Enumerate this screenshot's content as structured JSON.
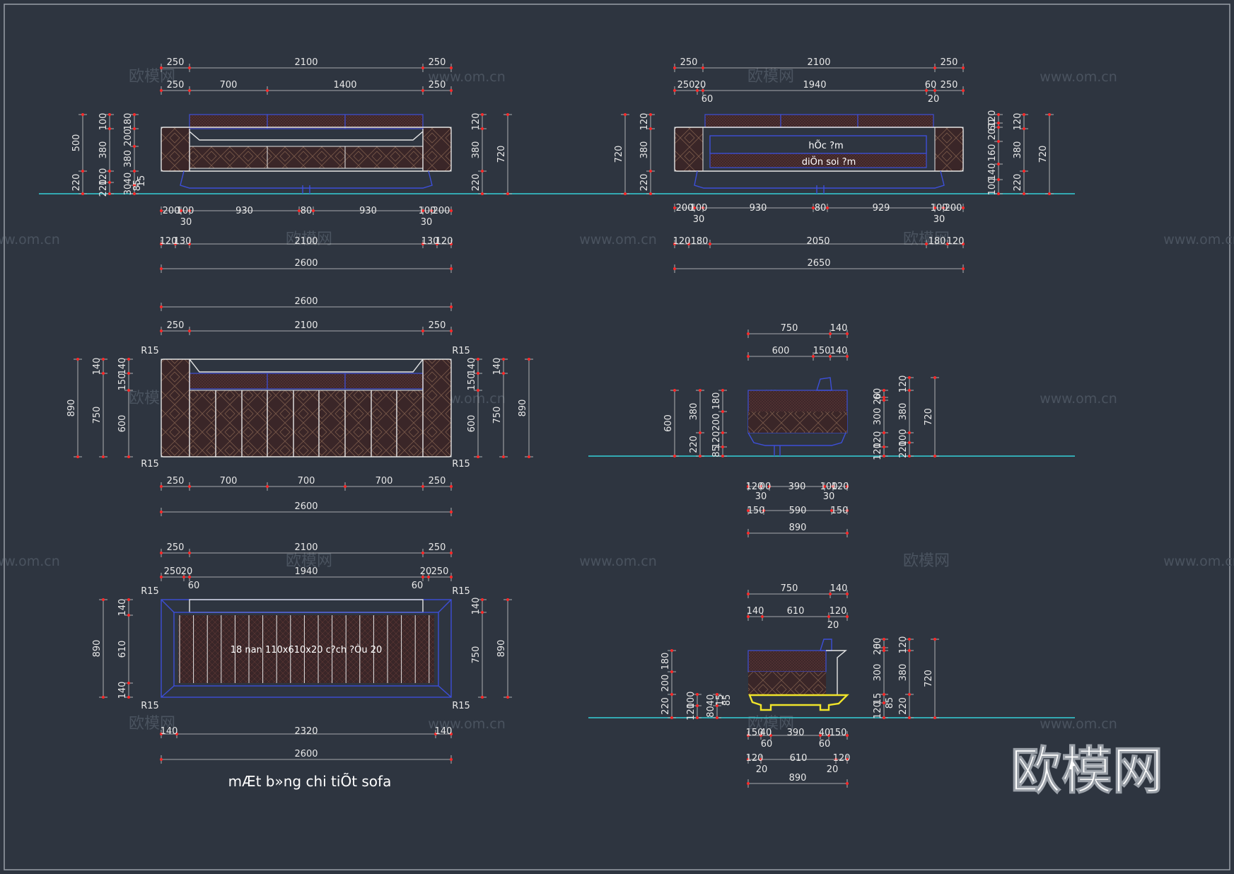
{
  "title": "mÆt b»ng chi tiÕt sofa",
  "logo_text": "欧模网",
  "watermarks": {
    "brand": "欧模网",
    "url": "www.om.cn"
  },
  "colors": {
    "background": "#2e3540",
    "ground_line": "#35d0d8",
    "outline": "#e6e6e6",
    "frame": "#3d4fd8",
    "cushion": "#3a2628",
    "dim_tick": "#ff2a2a",
    "highlight": "#f0e42a"
  },
  "labels": {
    "hec": "hÕc ?m",
    "dien": "diÖn soi ?m",
    "nan": "18 nan 110x610x20 c?ch ?Òu 20"
  },
  "views": {
    "front_elevation": {
      "top_dims_1": [
        "250",
        "2100",
        "250"
      ],
      "top_dims_2": [
        "250",
        "700",
        "1400",
        "250"
      ],
      "left_dims": [
        "500",
        "220",
        "120",
        "380",
        "100",
        "120",
        "180",
        "200",
        "85",
        "30",
        "15",
        "40"
      ],
      "right_dims": [
        "120",
        "380",
        "220",
        "720"
      ],
      "bottom_dims_1": [
        "200",
        "100",
        "930",
        "80",
        "930",
        "100",
        "200"
      ],
      "bottom_dims_30": [
        "30",
        "30"
      ],
      "bottom_dims_2": [
        "120",
        "130",
        "2100",
        "130",
        "120"
      ],
      "bottom_total": "2600"
    },
    "rear_elevation": {
      "top_dims_1": [
        "250",
        "2100",
        "250"
      ],
      "top_dims_2": [
        "250",
        "20",
        "1940",
        "60",
        "250"
      ],
      "top_dims_3": [
        "60",
        "20"
      ],
      "left_dims": [
        "720",
        "120",
        "380",
        "220"
      ],
      "right_dims": [
        "120",
        "60",
        "20",
        "160",
        "140",
        "100",
        "120",
        "120",
        "380",
        "220",
        "720"
      ],
      "bottom_dims_1": [
        "200",
        "100",
        "930",
        "80",
        "929",
        "100",
        "200"
      ],
      "bottom_dims_30": [
        "30",
        "30"
      ],
      "bottom_dims_2": [
        "120",
        "180",
        "2050",
        "180",
        "120"
      ],
      "bottom_total": "2650"
    },
    "top_plan": {
      "top_total": "2600",
      "top_dims": [
        "250",
        "2100",
        "250"
      ],
      "left_dims": [
        "890",
        "140",
        "750",
        "140",
        "150",
        "600"
      ],
      "right_dims": [
        "140",
        "150",
        "600",
        "140",
        "750",
        "890"
      ],
      "radius": [
        "R15",
        "R15",
        "R15",
        "R15"
      ],
      "bottom_dims": [
        "250",
        "700",
        "700",
        "700",
        "250"
      ],
      "bottom_total": "2600"
    },
    "base_plan": {
      "top_dims_1": [
        "250",
        "2100",
        "250"
      ],
      "top_dims_2": [
        "250",
        "20",
        "1940",
        "20",
        "250"
      ],
      "top_dims_3": [
        "60",
        "60"
      ],
      "left_dims": [
        "890",
        "140",
        "610",
        "140"
      ],
      "right_dims": [
        "140",
        "750",
        "890"
      ],
      "radius": [
        "R15",
        "R15",
        "R15",
        "R15"
      ],
      "bottom_dims": [
        "140",
        "2320",
        "140"
      ],
      "bottom_total": "2600"
    },
    "side_elevation": {
      "top_dims_1": [
        "750",
        "140"
      ],
      "top_dims_2": [
        "600",
        "150",
        "140"
      ],
      "left_dims": [
        "600",
        "380",
        "220",
        "180",
        "200",
        "120",
        "15",
        "85"
      ],
      "right_dims": [
        "60",
        "20",
        "300",
        "120",
        "120",
        "380",
        "100",
        "220",
        "720"
      ],
      "bottom_dims_1": [
        "120",
        "00",
        "390",
        "100",
        "120"
      ],
      "bottom_dims_30": [
        "30",
        "30"
      ],
      "bottom_dims_2": [
        "150",
        "590",
        "150"
      ],
      "bottom_total": "890"
    },
    "section": {
      "top_dims_1": [
        "750",
        "140"
      ],
      "top_dims_2": [
        "140",
        "610",
        "120"
      ],
      "top_dims_3": [
        "20"
      ],
      "left_dims": [
        "180",
        "200",
        "220",
        "100",
        "120",
        "40",
        "15",
        "80",
        "85"
      ],
      "right_dims": [
        "60",
        "20",
        "300",
        "15",
        "120",
        "85",
        "120",
        "380",
        "220",
        "720"
      ],
      "bottom_dims_1": [
        "150",
        "40",
        "390",
        "40",
        "150"
      ],
      "bottom_dims_60": [
        "60",
        "60"
      ],
      "bottom_dims_2": [
        "120",
        "610",
        "120"
      ],
      "bottom_dims_20": [
        "20",
        "20"
      ],
      "bottom_total": "890"
    }
  }
}
